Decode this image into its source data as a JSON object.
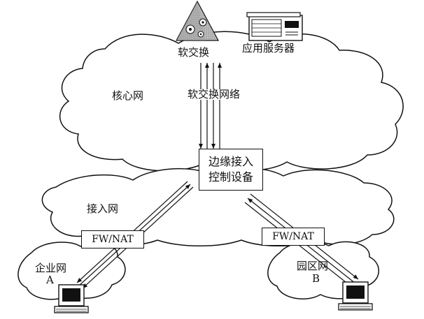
{
  "nodes": {
    "softswitch": "软交换",
    "app_server": "应用服务器",
    "core_network": "核心网",
    "softswitch_network": "软交换网络",
    "edge_access_line1": "边缘接入",
    "edge_access_line2": "控制设备",
    "access_network": "接入网",
    "fw_nat_left": "FW/NAT",
    "fw_nat_right": "FW/NAT",
    "enterprise_net": "企业网",
    "enterprise_id": "A",
    "campus_net": "园区网",
    "campus_id": "B"
  },
  "icons": {
    "softswitch": "softswitch-gear-pyramid-icon",
    "server": "server-rack-icon",
    "terminal": "computer-terminal-icon"
  }
}
